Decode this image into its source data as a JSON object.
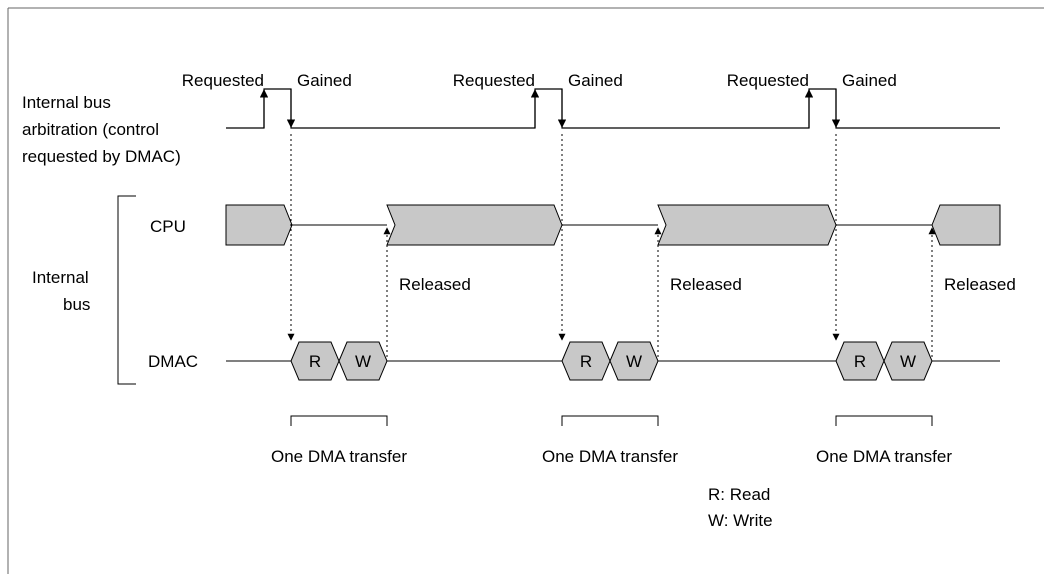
{
  "labels": {
    "arbitration": [
      "Internal bus",
      "arbitration (control",
      "requested by DMAC)"
    ],
    "internal_bus": [
      "Internal",
      "bus"
    ],
    "cpu": "CPU",
    "dmac": "DMAC"
  },
  "cycle_labels": {
    "requested": "Requested",
    "gained": "Gained",
    "released": "Released",
    "read_short": "R",
    "write_short": "W",
    "one_transfer": "One DMA transfer"
  },
  "legend": {
    "read": "R: Read",
    "write": "W: Write"
  },
  "cycle_count": 3,
  "colors": {
    "segment_fill": "#c8c8c8",
    "line": "#000000",
    "frame": "#666666"
  }
}
